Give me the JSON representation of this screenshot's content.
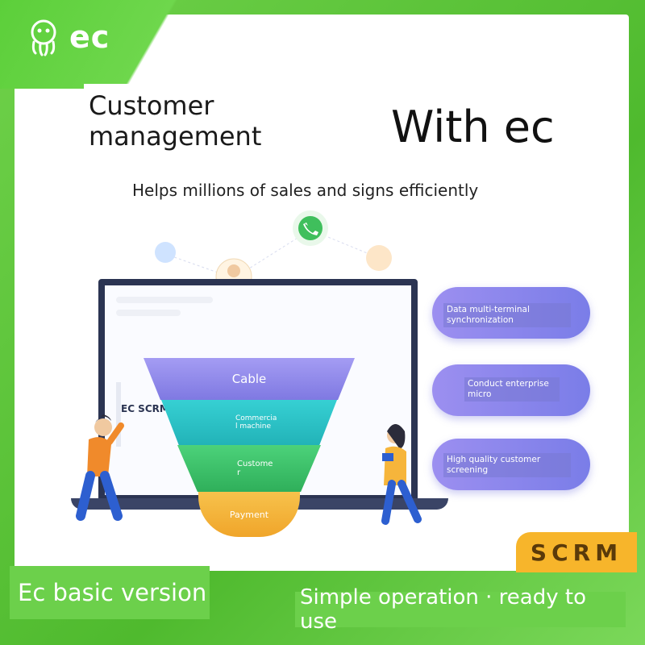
{
  "logo": {
    "text": "ec"
  },
  "headline": {
    "line1": "Customer",
    "line2": "management",
    "emphasis": "With ec"
  },
  "subline": "Helps millions of sales and signs efficiently",
  "laptop": {
    "screen_label": "EC SCRM"
  },
  "funnel": [
    {
      "label": "Cable",
      "color": "#8c86ea"
    },
    {
      "label": "Commercia\nl machine",
      "color": "#2cc6c9"
    },
    {
      "label": "Custome\nr",
      "color": "#3dc46a"
    },
    {
      "label": "Payment",
      "color": "#f5b73a"
    }
  ],
  "features": [
    "Data multi-terminal synchronization",
    "Conduct enterprise micro",
    "High quality customer screening"
  ],
  "badge": "SCRM",
  "bottom_left": "Ec basic version",
  "bottom_right": "Simple operation · ready to use",
  "colors": {
    "brand_green": "#5cc63a",
    "accent_purple": "#8c86ea",
    "accent_orange": "#f7b52b"
  }
}
